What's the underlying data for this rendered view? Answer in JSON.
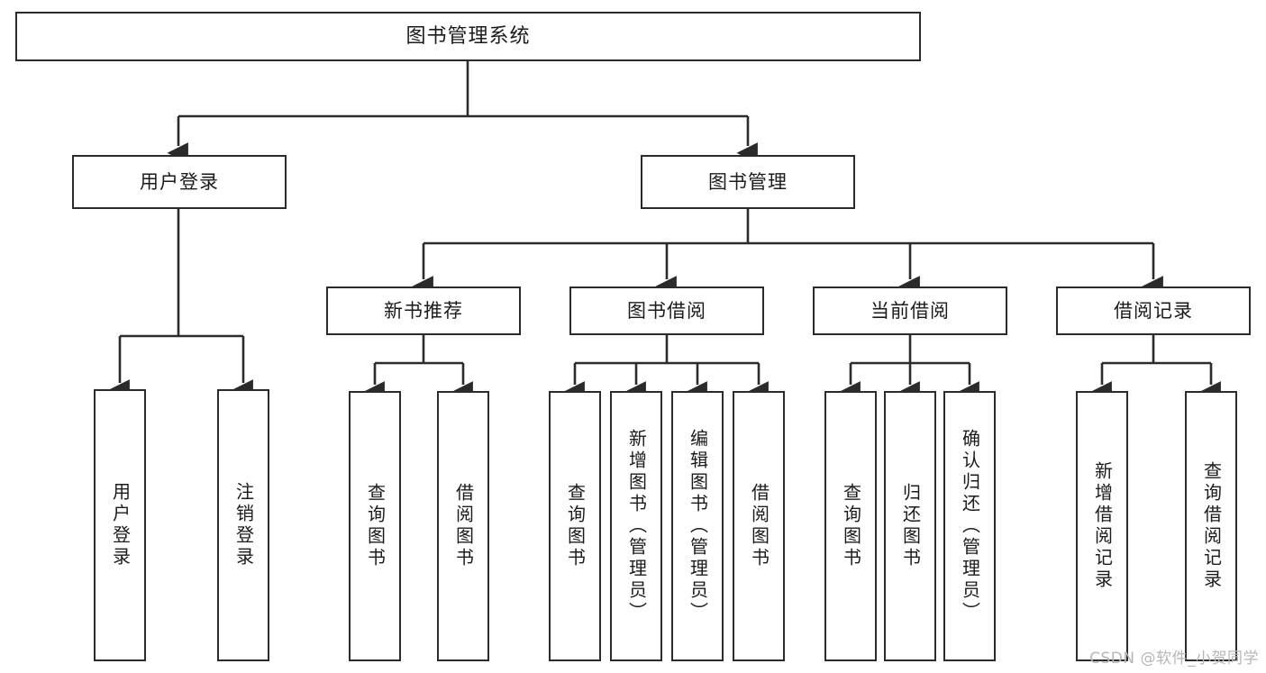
{
  "diagram": {
    "type": "tree-hierarchy",
    "title": "图书管理系统",
    "watermark": "CSDN @软件_小贺同学",
    "colors": {
      "background": "#ffffff",
      "stroke": "#2b2b2b",
      "text": "#1b1b1b",
      "watermark": "#b6b6b6"
    },
    "levels": {
      "root": [
        "图书管理系统"
      ],
      "level2": [
        "用户登录",
        "图书管理"
      ],
      "level3": [
        "新书推荐",
        "图书借阅",
        "当前借阅",
        "借阅记录"
      ],
      "leaves": [
        "用户登录",
        "注销登录",
        "查询图书",
        "借阅图书",
        "查询图书",
        "新增图书（管理员）",
        "编辑图书（管理员）",
        "借阅图书",
        "查询图书",
        "归还图书",
        "确认归还（管理员）",
        "新增借阅记录",
        "查询借阅记录"
      ]
    },
    "nodes": {
      "root": {
        "label": "图书管理系统"
      },
      "user_login": {
        "label": "用户登录"
      },
      "book_manage": {
        "label": "图书管理"
      },
      "new_book_rec": {
        "label": "新书推荐"
      },
      "book_borrow": {
        "label": "图书借阅"
      },
      "current_borrow": {
        "label": "当前借阅"
      },
      "borrow_record": {
        "label": "借阅记录"
      },
      "leaf_user_login": {
        "label": "用户登录"
      },
      "leaf_user_logout": {
        "label": "注销登录"
      },
      "leaf_rec_query": {
        "label": "查询图书"
      },
      "leaf_rec_borrow": {
        "label": "借阅图书"
      },
      "leaf_borrow_query": {
        "label": "查询图书"
      },
      "leaf_borrow_add": {
        "label": "新增图书（管理员）"
      },
      "leaf_borrow_edit": {
        "label": "编辑图书（管理员）"
      },
      "leaf_borrow_lend": {
        "label": "借阅图书"
      },
      "leaf_cur_query": {
        "label": "查询图书"
      },
      "leaf_cur_return": {
        "label": "归还图书"
      },
      "leaf_cur_confirm": {
        "label": "确认归还（管理员）"
      },
      "leaf_rec_add": {
        "label": "新增借阅记录"
      },
      "leaf_rec_search": {
        "label": "查询借阅记录"
      }
    },
    "edges": [
      {
        "from": "root",
        "to": "user_login"
      },
      {
        "from": "root",
        "to": "book_manage"
      },
      {
        "from": "user_login",
        "to": "leaf_user_login"
      },
      {
        "from": "user_login",
        "to": "leaf_user_logout"
      },
      {
        "from": "book_manage",
        "to": "new_book_rec"
      },
      {
        "from": "book_manage",
        "to": "book_borrow"
      },
      {
        "from": "book_manage",
        "to": "current_borrow"
      },
      {
        "from": "book_manage",
        "to": "borrow_record"
      },
      {
        "from": "new_book_rec",
        "to": "leaf_rec_query"
      },
      {
        "from": "new_book_rec",
        "to": "leaf_rec_borrow"
      },
      {
        "from": "book_borrow",
        "to": "leaf_borrow_query"
      },
      {
        "from": "book_borrow",
        "to": "leaf_borrow_add"
      },
      {
        "from": "book_borrow",
        "to": "leaf_borrow_edit"
      },
      {
        "from": "book_borrow",
        "to": "leaf_borrow_lend"
      },
      {
        "from": "current_borrow",
        "to": "leaf_cur_query"
      },
      {
        "from": "current_borrow",
        "to": "leaf_cur_return"
      },
      {
        "from": "current_borrow",
        "to": "leaf_cur_confirm"
      },
      {
        "from": "borrow_record",
        "to": "leaf_rec_add"
      },
      {
        "from": "borrow_record",
        "to": "leaf_rec_search"
      }
    ]
  }
}
